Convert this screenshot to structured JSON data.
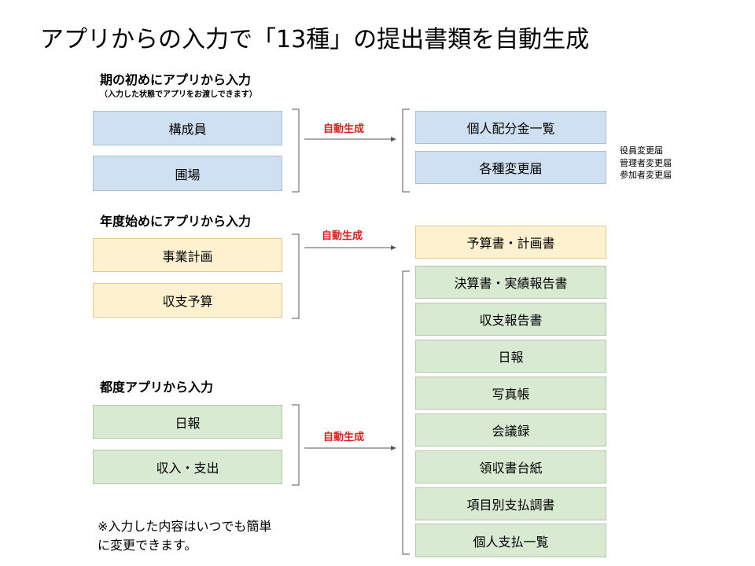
{
  "title": "アプリからの入力で「13種」の提出書類を自動生成",
  "sections": {
    "period_start": {
      "heading": "期の初めにアプリから入力",
      "note": "（入力した状態でアプリをお渡しできます）",
      "inputs": [
        "構成員",
        "圃場"
      ],
      "arrow_label": "自動生成",
      "outputs": [
        "個人配分金一覧",
        "各種変更届"
      ],
      "side_note": [
        "役員変更届",
        "管理者変更届",
        "参加者変更届"
      ]
    },
    "year_start": {
      "heading": "年度始めにアプリから入力",
      "inputs": [
        "事業計画",
        "収支予算"
      ],
      "arrow_label": "自動生成",
      "output": "予算書・計画書"
    },
    "each_time": {
      "heading": "都度アプリから入力",
      "inputs": [
        "日報",
        "収入・支出"
      ],
      "arrow_label": "自動生成"
    },
    "generated_docs": [
      "決算書・実績報告書",
      "収支報告書",
      "日報",
      "写真帳",
      "会議録",
      "領収書台紙",
      "項目別支払調書",
      "個人支払一覧"
    ]
  },
  "footnote": [
    "※入力した内容はいつでも簡単",
    "に変更できます。"
  ],
  "colors": {
    "blue_fill": "#cfe0f2",
    "yellow_fill": "#fdf1cf",
    "green_fill": "#d9ead3",
    "accent_red": "#e02020"
  }
}
